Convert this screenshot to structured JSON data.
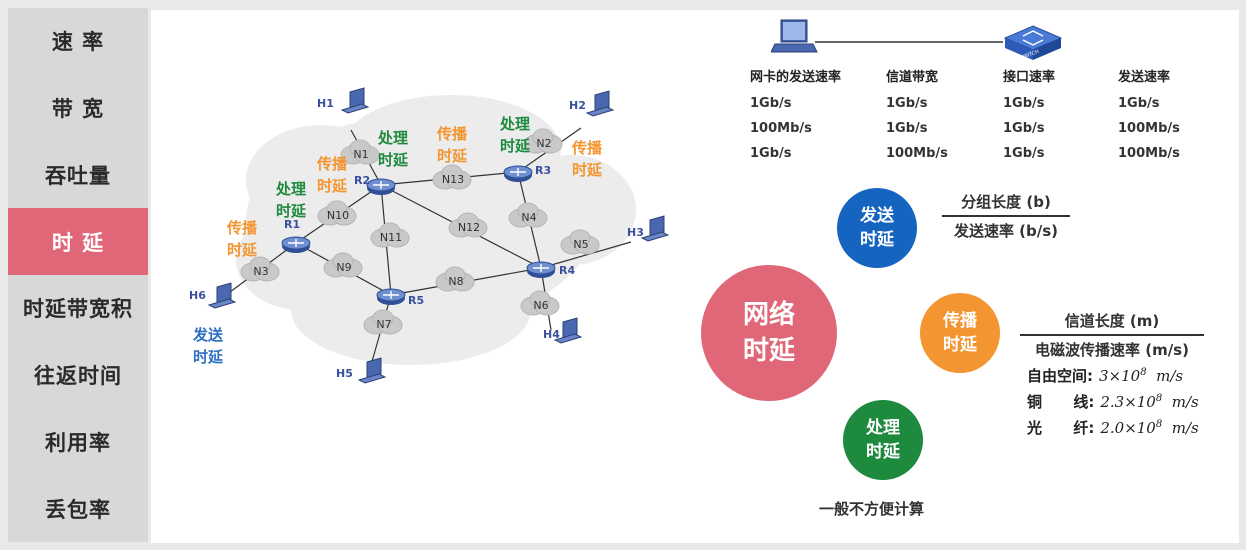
{
  "sidebar": {
    "items": [
      {
        "label": "速 率"
      },
      {
        "label": "带 宽"
      },
      {
        "label": "吞吐量"
      },
      {
        "label": "时 延",
        "active": true
      },
      {
        "label": "时延带宽积"
      },
      {
        "label": "往返时间"
      },
      {
        "label": "利用率"
      },
      {
        "label": "丢包率"
      }
    ]
  },
  "network": {
    "hosts": [
      "H1",
      "H2",
      "H3",
      "H4",
      "H5",
      "H6"
    ],
    "routers": [
      "R1",
      "R2",
      "R3",
      "R4",
      "R5"
    ],
    "clouds": [
      "N1",
      "N2",
      "N3",
      "N4",
      "N5",
      "N6",
      "N7",
      "N8",
      "N9",
      "N10",
      "N11",
      "N12",
      "N13"
    ],
    "annotations": {
      "prop1": "传播\n时延",
      "proc1": "处理\n时延",
      "prop2": "传播\n时延",
      "proc2": "处理\n时延",
      "prop3": "传播\n时延",
      "proc3": "处理\n时延",
      "prop4": "传播\n时延",
      "send": "发送\n时延"
    }
  },
  "link_table": {
    "columns": [
      "网卡的发送速率",
      "信道带宽",
      "接口速率",
      "发送速率"
    ],
    "rows": [
      [
        "1Gb/s",
        "1Gb/s",
        "1Gb/s",
        "1Gb/s"
      ],
      [
        "100Mb/s",
        "1Gb/s",
        "1Gb/s",
        "100Mb/s"
      ],
      [
        "1Gb/s",
        "100Mb/s",
        "1Gb/s",
        "100Mb/s"
      ]
    ],
    "switch_label": "SWITCH"
  },
  "delays": {
    "total": "网络\n时延",
    "send": "发送\n时延",
    "prop": "传播\n时延",
    "proc": "处理\n时延",
    "proc_note": "一般不方便计算"
  },
  "send_formula": {
    "num": "分组长度 (b)",
    "den": "发送速率 (b/s)"
  },
  "prop_formula": {
    "num": "信道长度 (m)",
    "den": "电磁波传播速率 (m/s)"
  },
  "speeds": [
    {
      "medium": "自由空间:",
      "value": "3×10",
      "exp": "8",
      "unit": "m/s"
    },
    {
      "medium": "铜      线:",
      "value": "2.3×10",
      "exp": "8",
      "unit": "m/s"
    },
    {
      "medium": "光      纤:",
      "value": "2.0×10",
      "exp": "8",
      "unit": "m/s"
    }
  ],
  "colors": {
    "active_nav": "#e06777",
    "total": "#e06777",
    "send": "#1565c0",
    "prop": "#f39530",
    "proc": "#1e8a3e"
  }
}
